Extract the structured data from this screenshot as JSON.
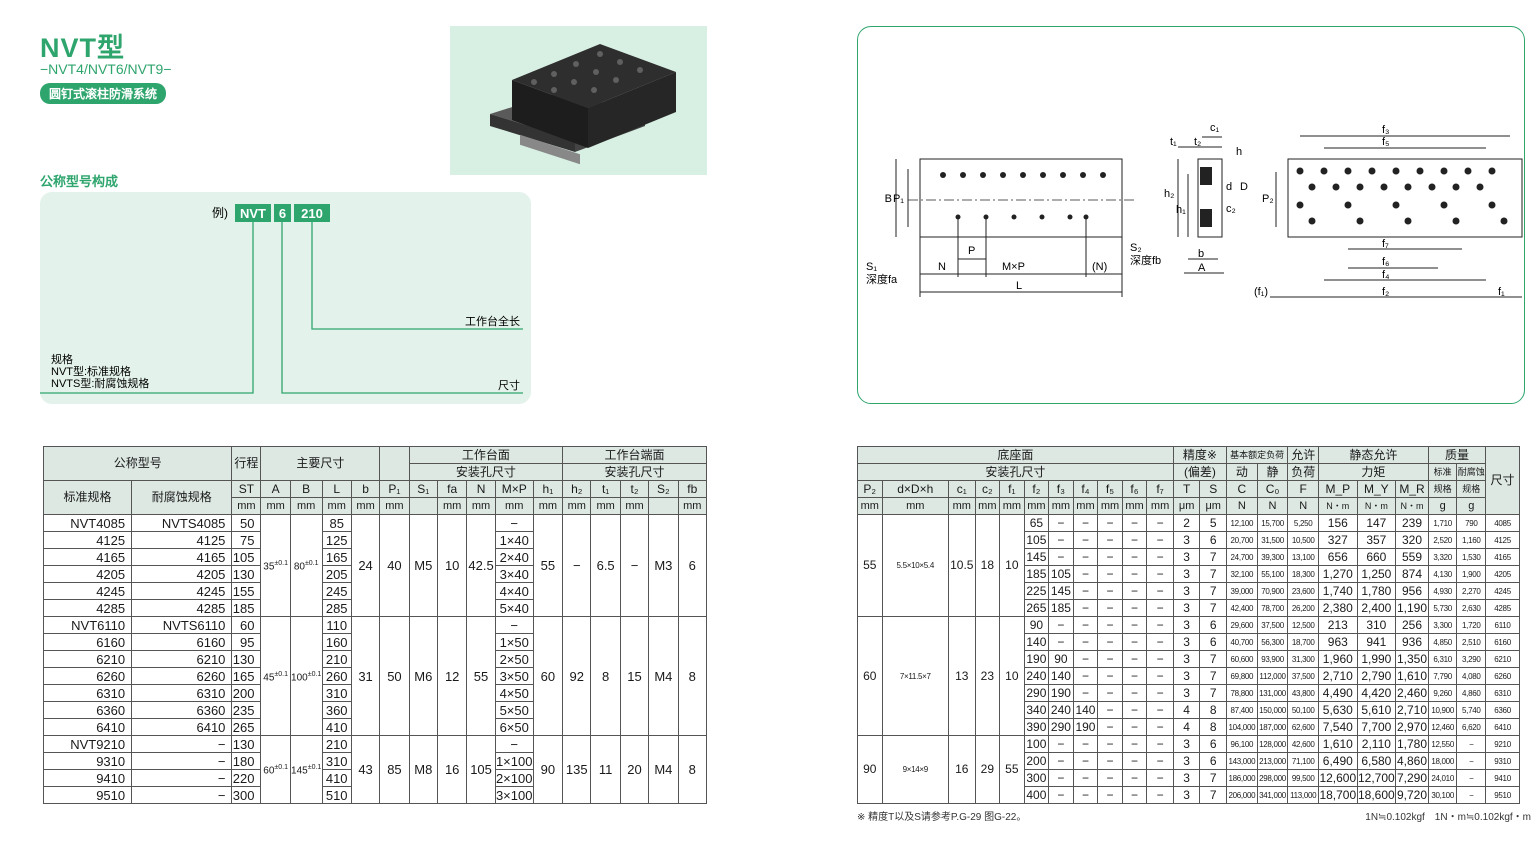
{
  "header": {
    "title": "NVT型",
    "subtitle": "−NVT4/NVT6/NVT9−",
    "badge": "圆钉式滚柱防滑系统"
  },
  "naming": {
    "section": "公称型号构成",
    "example_label": "例)",
    "codes": [
      "NVT",
      "6",
      "210"
    ],
    "label_length": "工作台全长",
    "label_size": "尺寸",
    "spec_title": "规格",
    "spec_nvt": "NVT型:标准规格",
    "spec_nvts": "NVTS型:耐腐蚀规格"
  },
  "drawing": {
    "labels": [
      "B",
      "P₁",
      "S₁",
      "深度fa",
      "N",
      "P",
      "M×P",
      "(N)",
      "L",
      "t₁",
      "t₂",
      "c₁",
      "h",
      "d",
      "D",
      "c₂",
      "h₂",
      "h₁",
      "S₂",
      "深度fb",
      "b",
      "A",
      "f₃",
      "f₅",
      "P₂",
      "f₇",
      "f₆",
      "f₄",
      "(f₁)",
      "f₂",
      "f₁"
    ]
  },
  "left_table": {
    "h_model": "公称型号",
    "h_std": "标准规格",
    "h_anti": "耐腐蚀规格",
    "h_stroke": "行程",
    "h_main": "主要尺寸",
    "h_top": "工作台面",
    "h_top2": "安装孔尺寸",
    "h_end": "工作台端面",
    "h_end2": "安装孔尺寸",
    "cols": [
      "ST",
      "A",
      "B",
      "L",
      "b",
      "P₁",
      "S₁",
      "fa",
      "N",
      "M×P",
      "h₁",
      "h₂",
      "t₁",
      "t₂",
      "S₂",
      "fb"
    ],
    "units": [
      "mm",
      "mm",
      "mm",
      "mm",
      "mm",
      "mm",
      "mm",
      "mm",
      "mm",
      "mm",
      "mm",
      "mm",
      "mm"
    ],
    "groups": [
      {
        "A": "35",
        "At": "±0.1",
        "B": "80",
        "Bt": "±0.1",
        "b": "24",
        "P1": "40",
        "S1": "M5",
        "fa": "10",
        "N": "42.5",
        "h1": "55",
        "h2": "−",
        "t1": "6.5",
        "t2": "−",
        "S2": "M3",
        "fb": "6",
        "rows": [
          [
            "NVT4085",
            "NVTS4085",
            "50",
            "85",
            "−"
          ],
          [
            "4125",
            "4125",
            "75",
            "125",
            "1×40"
          ],
          [
            "4165",
            "4165",
            "105",
            "165",
            "2×40"
          ],
          [
            "4205",
            "4205",
            "130",
            "205",
            "3×40"
          ],
          [
            "4245",
            "4245",
            "155",
            "245",
            "4×40"
          ],
          [
            "4285",
            "4285",
            "185",
            "285",
            "5×40"
          ]
        ]
      },
      {
        "A": "45",
        "At": "±0.1",
        "B": "100",
        "Bt": "±0.1",
        "b": "31",
        "P1": "50",
        "S1": "M6",
        "fa": "12",
        "N": "55",
        "h1": "60",
        "h2": "92",
        "t1": "8",
        "t2": "15",
        "S2": "M4",
        "fb": "8",
        "rows": [
          [
            "NVT6110",
            "NVTS6110",
            "60",
            "110",
            "−"
          ],
          [
            "6160",
            "6160",
            "95",
            "160",
            "1×50"
          ],
          [
            "6210",
            "6210",
            "130",
            "210",
            "2×50"
          ],
          [
            "6260",
            "6260",
            "165",
            "260",
            "3×50"
          ],
          [
            "6310",
            "6310",
            "200",
            "310",
            "4×50"
          ],
          [
            "6360",
            "6360",
            "235",
            "360",
            "5×50"
          ],
          [
            "6410",
            "6410",
            "265",
            "410",
            "6×50"
          ]
        ]
      },
      {
        "A": "60",
        "At": "±0.1",
        "B": "145",
        "Bt": "±0.1",
        "b": "43",
        "P1": "85",
        "S1": "M8",
        "fa": "16",
        "N": "105",
        "h1": "90",
        "h2": "135",
        "t1": "11",
        "t2": "20",
        "S2": "M4",
        "fb": "8",
        "rows": [
          [
            "NVT9210",
            "−",
            "130",
            "210",
            "−"
          ],
          [
            "9310",
            "−",
            "180",
            "310",
            "1×100"
          ],
          [
            "9410",
            "−",
            "220",
            "410",
            "2×100"
          ],
          [
            "9510",
            "−",
            "300",
            "510",
            "3×100"
          ]
        ]
      }
    ]
  },
  "right_table": {
    "h_base": "底座面",
    "h_base2": "安装孔尺寸",
    "h_acc": "精度※",
    "h_acc2": "(偏差)",
    "h_load": "基本额定负荷",
    "h_dyn": "动",
    "h_sta": "静",
    "h_allow": "允许",
    "h_allow2": "负荷",
    "h_mom": "静态允许",
    "h_mom2": "力矩",
    "h_mass": "质量",
    "h_m_std": "标准",
    "h_m_std2": "规格",
    "h_m_anti": "耐腐蚀",
    "h_m_anti2": "规格",
    "h_size": "尺寸",
    "cols": [
      "P₂",
      "d×D×h",
      "c₁",
      "c₂",
      "f₁",
      "f₂",
      "f₃",
      "f₄",
      "f₅",
      "f₆",
      "f₇",
      "T",
      "S",
      "C",
      "C₀",
      "F",
      "M_P",
      "M_Y",
      "M_R",
      "g",
      "g"
    ],
    "units": [
      "mm",
      "mm",
      "mm",
      "mm",
      "mm",
      "mm",
      "mm",
      "mm",
      "mm",
      "mm",
      "mm",
      "μm",
      "μm",
      "N",
      "N",
      "N",
      "N・m",
      "N・m",
      "N・m"
    ],
    "groups": [
      {
        "P2": "55",
        "dDh": "5.5×10×5.4",
        "c1": "10.5",
        "c2": "18",
        "f1": "10",
        "rows": [
          [
            "65",
            "−",
            "−",
            "−",
            "−",
            "−",
            "2",
            "5",
            "12,100",
            "15,700",
            "5,250",
            "156",
            "147",
            "239",
            "1,710",
            "790",
            "4085"
          ],
          [
            "105",
            "−",
            "−",
            "−",
            "−",
            "−",
            "3",
            "6",
            "20,700",
            "31,500",
            "10,500",
            "327",
            "357",
            "320",
            "2,520",
            "1,160",
            "4125"
          ],
          [
            "145",
            "−",
            "−",
            "−",
            "−",
            "−",
            "3",
            "7",
            "24,700",
            "39,300",
            "13,100",
            "656",
            "660",
            "559",
            "3,320",
            "1,530",
            "4165"
          ],
          [
            "185",
            "105",
            "−",
            "−",
            "−",
            "−",
            "3",
            "7",
            "32,100",
            "55,100",
            "18,300",
            "1,270",
            "1,250",
            "874",
            "4,130",
            "1,900",
            "4205"
          ],
          [
            "225",
            "145",
            "−",
            "−",
            "−",
            "−",
            "3",
            "7",
            "39,000",
            "70,900",
            "23,600",
            "1,740",
            "1,780",
            "956",
            "4,930",
            "2,270",
            "4245"
          ],
          [
            "265",
            "185",
            "−",
            "−",
            "−",
            "−",
            "3",
            "7",
            "42,400",
            "78,700",
            "26,200",
            "2,380",
            "2,400",
            "1,190",
            "5,730",
            "2,630",
            "4285"
          ]
        ]
      },
      {
        "P2": "60",
        "dDh": "7×11.5×7",
        "c1": "13",
        "c2": "23",
        "f1": "10",
        "rows": [
          [
            "90",
            "−",
            "−",
            "−",
            "−",
            "−",
            "3",
            "6",
            "29,600",
            "37,500",
            "12,500",
            "213",
            "310",
            "256",
            "3,300",
            "1,720",
            "6110"
          ],
          [
            "140",
            "−",
            "−",
            "−",
            "−",
            "−",
            "3",
            "6",
            "40,700",
            "56,300",
            "18,700",
            "963",
            "941",
            "936",
            "4,850",
            "2,510",
            "6160"
          ],
          [
            "190",
            "90",
            "−",
            "−",
            "−",
            "−",
            "3",
            "7",
            "60,600",
            "93,900",
            "31,300",
            "1,960",
            "1,990",
            "1,350",
            "6,310",
            "3,290",
            "6210"
          ],
          [
            "240",
            "140",
            "−",
            "−",
            "−",
            "−",
            "3",
            "7",
            "69,800",
            "112,000",
            "37,500",
            "2,710",
            "2,790",
            "1,610",
            "7,790",
            "4,080",
            "6260"
          ],
          [
            "290",
            "190",
            "−",
            "−",
            "−",
            "−",
            "3",
            "7",
            "78,800",
            "131,000",
            "43,800",
            "4,490",
            "4,420",
            "2,460",
            "9,260",
            "4,860",
            "6310"
          ],
          [
            "340",
            "240",
            "140",
            "−",
            "−",
            "−",
            "4",
            "8",
            "87,400",
            "150,000",
            "50,100",
            "5,630",
            "5,610",
            "2,710",
            "10,900",
            "5,740",
            "6360"
          ],
          [
            "390",
            "290",
            "190",
            "−",
            "−",
            "−",
            "4",
            "8",
            "104,000",
            "187,000",
            "62,600",
            "7,540",
            "7,700",
            "2,970",
            "12,460",
            "6,620",
            "6410"
          ]
        ]
      },
      {
        "P2": "90",
        "dDh": "9×14×9",
        "c1": "16",
        "c2": "29",
        "f1": "55",
        "rows": [
          [
            "100",
            "−",
            "−",
            "−",
            "−",
            "−",
            "3",
            "6",
            "96,100",
            "128,000",
            "42,600",
            "1,610",
            "2,110",
            "1,780",
            "12,550",
            "−",
            "9210"
          ],
          [
            "200",
            "−",
            "−",
            "−",
            "−",
            "−",
            "3",
            "6",
            "143,000",
            "213,000",
            "71,100",
            "6,490",
            "6,580",
            "4,860",
            "18,000",
            "−",
            "9310"
          ],
          [
            "300",
            "−",
            "−",
            "−",
            "−",
            "−",
            "3",
            "7",
            "186,000",
            "298,000",
            "99,500",
            "12,600",
            "12,700",
            "7,290",
            "24,010",
            "−",
            "9410"
          ],
          [
            "400",
            "−",
            "−",
            "−",
            "−",
            "−",
            "3",
            "7",
            "206,000",
            "341,000",
            "113,000",
            "18,700",
            "18,600",
            "9,720",
            "30,100",
            "−",
            "9510"
          ]
        ]
      }
    ]
  },
  "footnote": "※ 精度T以及S请参考P.G-29 图G-22。",
  "conversion": "1N≒0.102kgf　1N・m≒0.102kgf・m",
  "colors": {
    "accent": "#2fa56e",
    "header_bg": "#dde8e3",
    "panel_bg": "#e3f2ea"
  }
}
